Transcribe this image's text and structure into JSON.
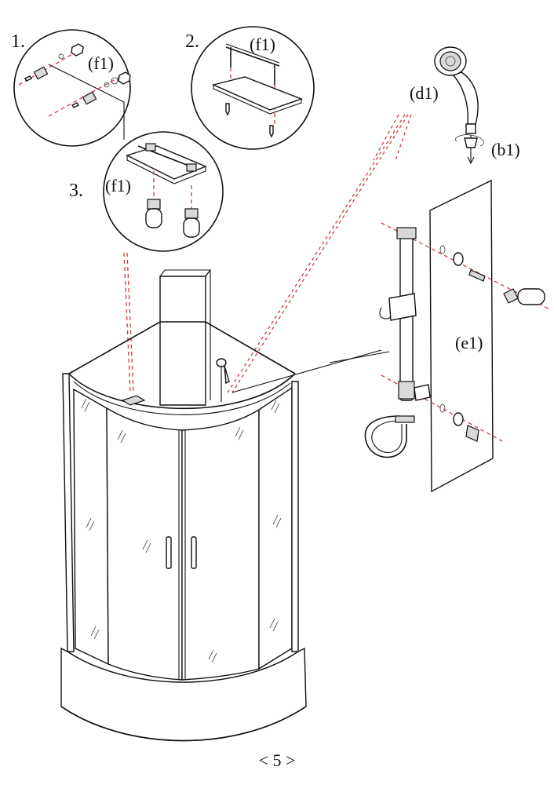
{
  "steps": [
    {
      "number": "1.",
      "part": "(f1)"
    },
    {
      "number": "2.",
      "part": "(f1)"
    },
    {
      "number": "3.",
      "part": "(f1)"
    }
  ],
  "part_labels": {
    "hand_shower": "(d1)",
    "hose_connector": "(b1)",
    "slide_rail": "(e1)"
  },
  "page_number": "< 5 >",
  "colors": {
    "line": "#111111",
    "leader_dashed": "#d23a3a",
    "background": "#ffffff"
  }
}
